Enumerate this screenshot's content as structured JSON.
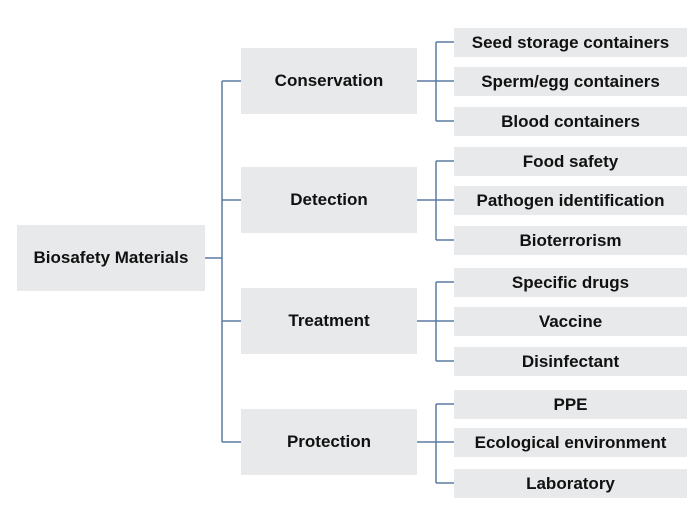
{
  "diagram": {
    "root": {
      "label": "Biosafety Materials"
    },
    "categories": [
      {
        "label": "Conservation",
        "children": [
          "Seed storage containers",
          "Sperm/egg containers",
          "Blood containers"
        ]
      },
      {
        "label": "Detection",
        "children": [
          "Food safety",
          "Pathogen identification",
          "Bioterrorism"
        ]
      },
      {
        "label": "Treatment",
        "children": [
          "Specific drugs",
          "Vaccine",
          "Disinfectant"
        ]
      },
      {
        "label": "Protection",
        "children": [
          "PPE",
          "Ecological environment",
          "Laboratory"
        ]
      }
    ],
    "colors": {
      "box_fill": "#e8e9ea",
      "connector": "#5b7ba3",
      "text": "#111111"
    }
  }
}
